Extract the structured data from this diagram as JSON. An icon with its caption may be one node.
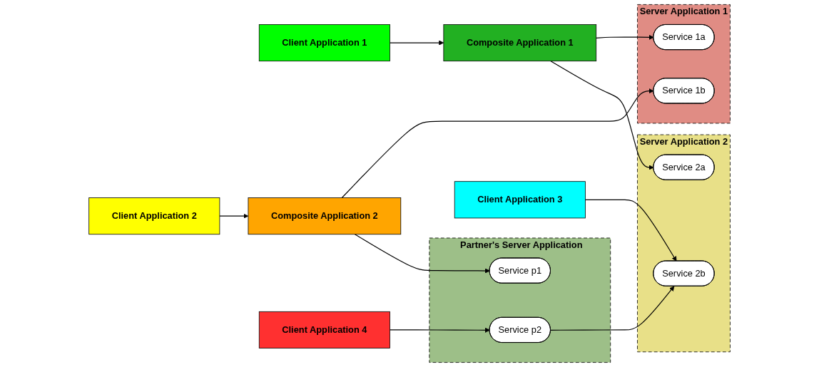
{
  "diagram": {
    "nodes": [
      {
        "text": [
          "Client Application 1"
        ]
      },
      {
        "text": [
          "Composite Application 1"
        ]
      },
      {
        "text": [
          "Server Application 1"
        ]
      },
      {
        "text": [
          "Service 1a"
        ],
        "in": 2
      },
      {
        "text": [
          "Service 1b"
        ],
        "in": 2
      },
      {
        "text": [
          "Server Application 2"
        ]
      },
      {
        "text": [
          "Service 2a"
        ],
        "in": 5
      },
      {
        "text": [
          "Service 2b"
        ],
        "in": 5
      },
      {
        "text": [
          "Client Application 3"
        ]
      },
      {
        "text": [
          "Client Application 2"
        ]
      },
      {
        "text": [
          "Composite Application 2"
        ]
      },
      {
        "text": [
          "Partner's Server Application"
        ]
      },
      {
        "text": [
          "Service p1"
        ],
        "in": 11
      },
      {
        "text": [
          "Service p2"
        ],
        "in": 11
      },
      {
        "text": [
          "Client Application 4"
        ]
      }
    ],
    "edges": [
      {
        "from": 0,
        "to": 1,
        "arrow": "to"
      },
      {
        "from": 1,
        "to": 3,
        "arrow": "to"
      },
      {
        "from": 1,
        "to": 6,
        "arrow": "to"
      },
      {
        "from": 9,
        "to": 10,
        "arrow": "to"
      },
      {
        "from": 10,
        "to": 4,
        "arrow": "to"
      },
      {
        "from": 10,
        "to": 12,
        "arrow": "to"
      },
      {
        "from": 8,
        "to": 7,
        "arrow": "to"
      },
      {
        "from": 13,
        "to": 7,
        "arrow": "to"
      },
      {
        "from": 14,
        "to": 13,
        "arrow": "to"
      }
    ]
  }
}
